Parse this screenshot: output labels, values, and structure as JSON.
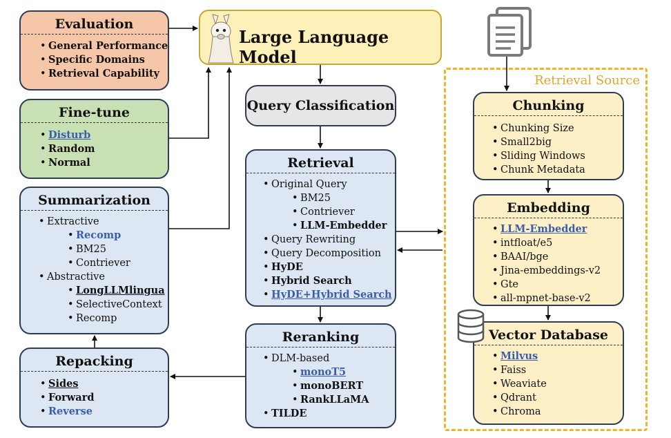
{
  "llm": {
    "title": "Large Language Model"
  },
  "evaluation": {
    "title": "Evaluation",
    "items": [
      "General Performance",
      "Specific Domains",
      "Retrieval Capability"
    ]
  },
  "finetune": {
    "title": "Fine-tune",
    "items": [
      "Disturb",
      "Random",
      "Normal"
    ]
  },
  "summarization": {
    "title": "Summarization",
    "extractive": "Extractive",
    "extractive_items": [
      "Recomp",
      "BM25",
      "Contriever"
    ],
    "abstractive": "Abstractive",
    "abstractive_items": [
      "LongLLMlingua",
      "SelectiveContext",
      "Recomp"
    ]
  },
  "repacking": {
    "title": "Repacking",
    "items": [
      "Sides",
      "Forward",
      "Reverse"
    ]
  },
  "query_classification": {
    "title": "Query Classification"
  },
  "retrieval": {
    "title": "Retrieval",
    "original_query": "Original Query",
    "original_query_items": [
      "BM25",
      "Contriever",
      "LLM-Embedder"
    ],
    "items": [
      "Query Rewriting",
      "Query Decomposition",
      "HyDE",
      "Hybrid Search",
      "HyDE+Hybrid Search"
    ]
  },
  "reranking": {
    "title": "Reranking",
    "dlm": "DLM-based",
    "dlm_items": [
      "monoT5",
      "monoBERT",
      "RankLLaMA"
    ],
    "tilde": "TILDE"
  },
  "retrieval_source": {
    "label": "Retrieval Source"
  },
  "chunking": {
    "title": "Chunking",
    "items": [
      "Chunking Size",
      "Small2big",
      "Sliding Windows",
      "Chunk Metadata"
    ]
  },
  "embedding": {
    "title": "Embedding",
    "items": [
      "LLM-Embedder",
      "intfloat/e5",
      "BAAI/bge",
      "Jina-embeddings-v2",
      "Gte",
      "all-mpnet-base-v2"
    ]
  },
  "vector_db": {
    "title": "Vector Database",
    "items": [
      "Milvus",
      "Faiss",
      "Weaviate",
      "Qdrant",
      "Chroma"
    ]
  },
  "colors": {
    "accent_blue": "#3a5ea8",
    "retrieval_source_border": "#f0b429",
    "llm_fill": "#fdf0b8"
  },
  "icons": [
    "llama-icon",
    "documents-icon",
    "database-icon"
  ]
}
